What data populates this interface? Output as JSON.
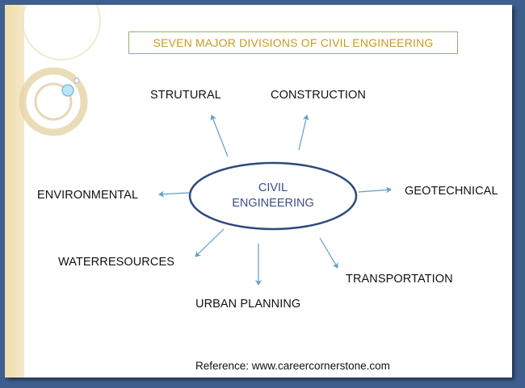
{
  "title": "SEVEN MAJOR DIVISIONS OF CIVIL ENGINEERING",
  "center": {
    "line1": "CIVIL",
    "line2": "ENGINEERING"
  },
  "divisions": {
    "structural": "STRUTURAL",
    "construction": "CONSTRUCTION",
    "geotechnical": "GEOTECHNICAL",
    "transportation": "TRANSPORTATION",
    "urban_planning": "URBAN PLANNING",
    "water_resources": "WATERRESOURCES",
    "environmental": "ENVIRONMENTAL"
  },
  "reference": "Reference: www.careercornerstone.com",
  "colors": {
    "ellipse_stroke": "#2e4a7d",
    "arrow": "#5f9ec7",
    "title_text": "#c99a1f",
    "title_border": "#8fb36a"
  }
}
